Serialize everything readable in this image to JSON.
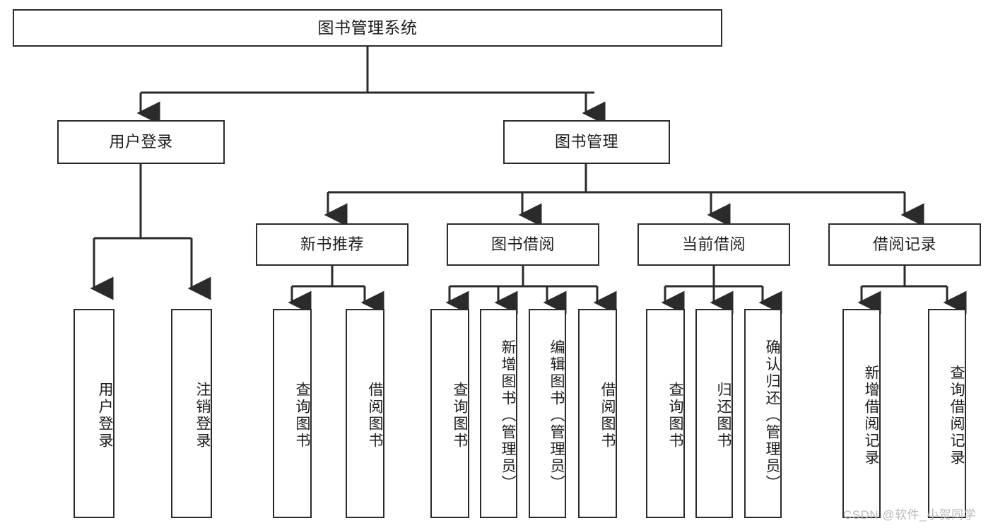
{
  "diagram": {
    "type": "tree-hierarchy",
    "title": "图书管理系统",
    "orientation": "top-down",
    "watermark": "CSDN @软件_小贺同学",
    "colors": {
      "box_border": "#2b2b2b",
      "box_fill": "#ffffff",
      "connector": "#2b2b2b",
      "text": "#1d1d1d",
      "watermark": "#b9b9b9"
    },
    "nodes": {
      "root": {
        "label": "图书管理系统",
        "level": 0
      },
      "l1": [
        {
          "id": "user_login",
          "label": "用户登录",
          "level": 1
        },
        {
          "id": "book_mgmt",
          "label": "图书管理",
          "level": 1
        }
      ],
      "l2": [
        {
          "id": "new_book_rec",
          "label": "新书推荐",
          "level": 2,
          "parent": "book_mgmt"
        },
        {
          "id": "book_borrow",
          "label": "图书借阅",
          "level": 2,
          "parent": "book_mgmt"
        },
        {
          "id": "current_borrow",
          "label": "当前借阅",
          "level": 2,
          "parent": "book_mgmt"
        },
        {
          "id": "borrow_record",
          "label": "借阅记录",
          "level": 2,
          "parent": "book_mgmt"
        }
      ],
      "leaves": [
        {
          "id": "leaf_user_login",
          "label": "用户登录",
          "parent": "user_login"
        },
        {
          "id": "leaf_user_logout",
          "label": "注销登录",
          "parent": "user_login"
        },
        {
          "id": "leaf_query_book_1",
          "label": "查询图书",
          "parent": "new_book_rec"
        },
        {
          "id": "leaf_borrow_book_1",
          "label": "借阅图书",
          "parent": "new_book_rec"
        },
        {
          "id": "leaf_query_book_2",
          "label": "查询图书",
          "parent": "book_borrow"
        },
        {
          "id": "leaf_add_book",
          "label": "新增图书（管理员）",
          "parent": "book_borrow"
        },
        {
          "id": "leaf_edit_book",
          "label": "编辑图书（管理员）",
          "parent": "book_borrow"
        },
        {
          "id": "leaf_borrow_book_2",
          "label": "借阅图书",
          "parent": "book_borrow"
        },
        {
          "id": "leaf_query_book_3",
          "label": "查询图书",
          "parent": "current_borrow"
        },
        {
          "id": "leaf_return_book",
          "label": "归还图书",
          "parent": "current_borrow"
        },
        {
          "id": "leaf_confirm_return",
          "label": "确认归还（管理员）",
          "parent": "current_borrow"
        },
        {
          "id": "leaf_add_record",
          "label": "新增借阅记录",
          "parent": "borrow_record"
        },
        {
          "id": "leaf_query_record",
          "label": "查询借阅记录",
          "parent": "borrow_record"
        }
      ]
    }
  }
}
